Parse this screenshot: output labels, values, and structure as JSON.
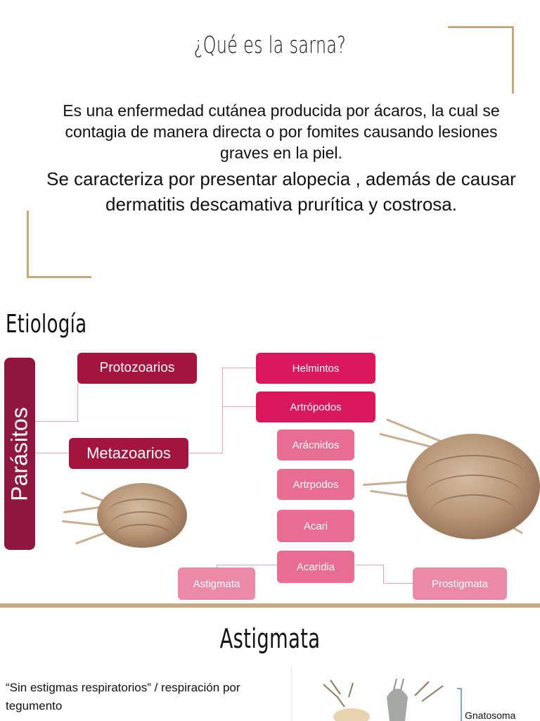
{
  "slide1": {
    "title": "¿Qué es la sarna?",
    "paragraph1": "Es una enfermedad cutánea producida por ácaros, la cual se contagia de manera directa o por fomites causando lesiones graves en la piel.",
    "paragraph2": "Se caracteriza por presentar alopecia , además de causar dermatitis descamativa prurítica y costrosa."
  },
  "slide2": {
    "title": "Etiología",
    "root": "Parásitos",
    "nodes": {
      "protozoarios": "Protozoarios",
      "metazoarios": "Metazoarios",
      "helmintos": "Helmintos",
      "artropodos": "Artrópodos",
      "aracnidos": "Arácnidos",
      "artrpodos": "Artrpodos",
      "acari": "Acari",
      "acaridia": "Acaridia",
      "astigmata": "Astigmata",
      "prostigmata": "Prostigmata"
    }
  },
  "slide3": {
    "title": "Astigmata",
    "description": "“Sin estigmas respiratorios” / respiración por tegumento",
    "figure_label": "Gnatosoma"
  },
  "colors": {
    "gold_accent": "#c8a97e",
    "root_box": "#8f1740",
    "dark_box": "#a3153f",
    "magenta_box": "#d9185c",
    "pink_box": "#e76d93",
    "light_pink_box": "#ea8aa8"
  }
}
